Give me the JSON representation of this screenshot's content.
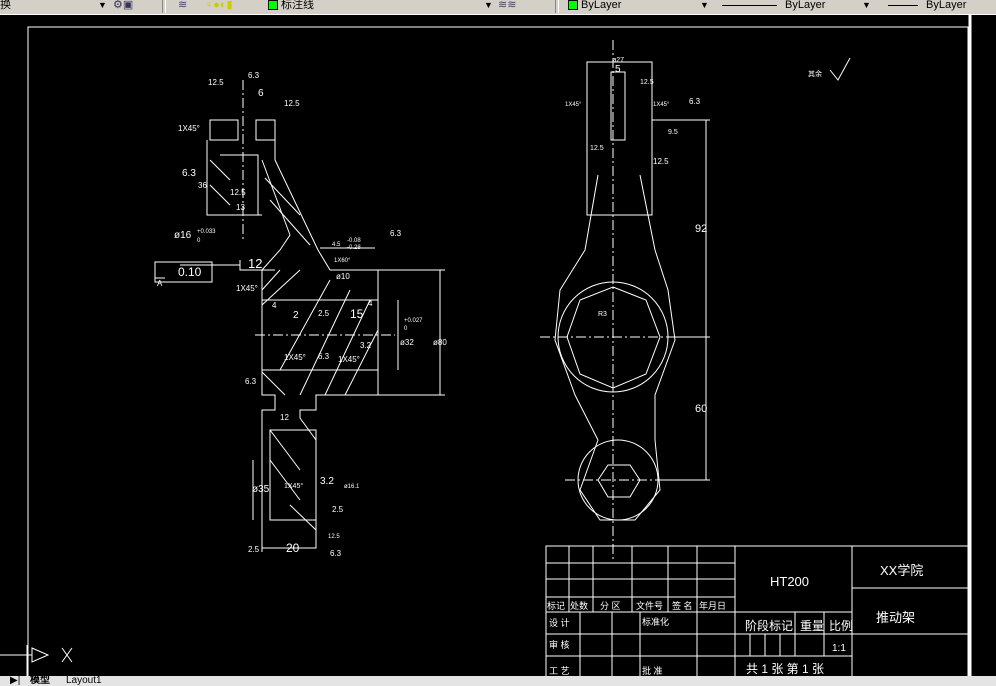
{
  "toolbar": {
    "linetype_fragment": "换",
    "layer_name": "标注线",
    "color": "ByLayer",
    "linetype": "ByLayer",
    "lineweight": "ByLayer",
    "layer_color": "#00ff00"
  },
  "tabs": {
    "model": "模型",
    "layout1": "Layout1"
  },
  "drawing": {
    "left_dims": [
      "12.5",
      "6.3",
      "6",
      "12.5",
      "1X45°",
      "6.3",
      "36",
      "12.5",
      "13",
      "ø16",
      "+0.033",
      "0",
      "0.10",
      "A",
      "12",
      "4.5",
      "-0.08",
      "-0.28",
      "6.3",
      "1X45°",
      "1X60°",
      "ø10",
      "4",
      "2",
      "2.5",
      "15",
      "4",
      "1X45°",
      "6.3",
      "1X45°",
      "3.2",
      "ø32",
      "+0.027",
      "0",
      "ø80",
      "6.3",
      "12",
      "ø35",
      "1X45°",
      "3.2",
      "ø16.1",
      "2.5",
      "20",
      "6.3",
      "2.5",
      "12.5"
    ],
    "right_dims": [
      "ø27",
      "5",
      "12.5",
      "1X45°",
      "1X45°",
      "6.3",
      "9.5",
      "12.5",
      "12.5",
      "92",
      "60",
      "R3"
    ],
    "roughness_note": "其余"
  },
  "title_block": {
    "header_cells": [
      "标记",
      "处数",
      "分 区",
      "文件号",
      "签 名",
      "年月日"
    ],
    "rows": [
      "设 计",
      "审 核",
      "工 艺"
    ],
    "standardize": "标准化",
    "approve": "批 准",
    "material": "HT200",
    "school": "XX学院",
    "part_name": "推动架",
    "stage_mark": "阶段标记",
    "weight": "重量",
    "scale_label": "比例",
    "scale": "1:1",
    "sheets": "共 1 张  第 1 张"
  }
}
